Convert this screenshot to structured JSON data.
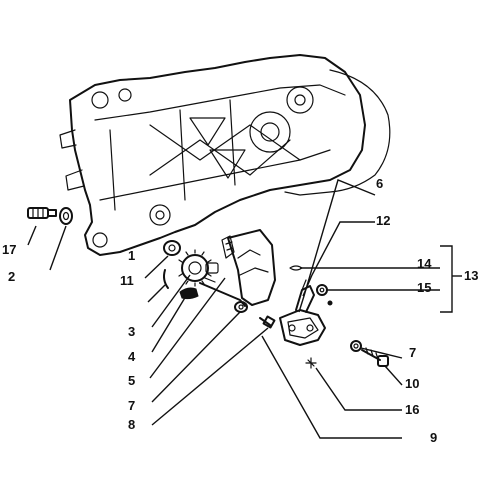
{
  "callouts": {
    "c6": "6",
    "c12": "12",
    "c14": "14",
    "c15": "15",
    "c13": "13",
    "c17": "17",
    "c2": "2",
    "c1": "1",
    "c11": "11",
    "c3": "3",
    "c4": "4",
    "c5": "5",
    "c7a": "7",
    "c8": "8",
    "c7b": "7",
    "c10": "10",
    "c16": "16",
    "c9": "9"
  }
}
